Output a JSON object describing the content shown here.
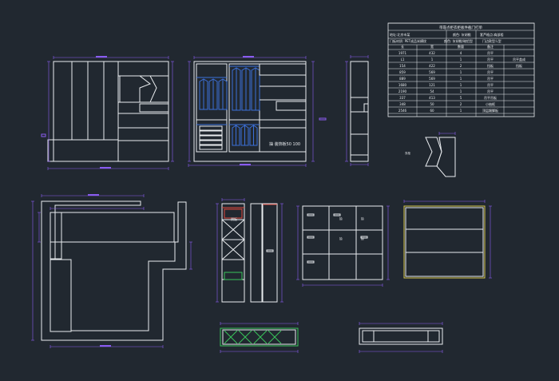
{
  "colors": {
    "background": "#212830",
    "line": "#e9ecef",
    "dimension": "#8a5cf0",
    "hanger": "#3b6fd8",
    "accent_green": "#39c45a",
    "accent_red": "#e0483c",
    "accent_yellow": "#d6c64a"
  },
  "schedule_table": {
    "title": "带靠点柜衣柜板件截门打单",
    "info_left_1": "地址:北京市某",
    "info_left_2": "门板材质: PET成品米横纹",
    "info_mid_1": "颜色: 灰胡桃",
    "info_mid_2": "颜色: 灰胡桃/暗铝型",
    "info_right_1": "套芦格点:肩部相",
    "info_right_2": "门边款型:L型",
    "headers": [
      "长",
      "宽",
      "数量",
      "备注"
    ],
    "rows": [
      [
        "1971",
        "432",
        "4",
        "吊平",
        ""
      ],
      [
        "L1",
        "1",
        "1",
        "吊平",
        "吊平盖成"
      ],
      [
        "154",
        "422",
        "2",
        "挡板",
        "挡板"
      ],
      [
        "859",
        "569",
        "1",
        "吊平",
        ""
      ],
      [
        "889",
        "569",
        "1",
        "吊平",
        ""
      ],
      [
        "1680",
        "121",
        "1",
        "吊平",
        ""
      ],
      [
        "2190",
        "54",
        "1",
        "吊平",
        ""
      ],
      [
        "337",
        "413",
        "5",
        "吊平吊板",
        ""
      ],
      [
        "348",
        "50",
        "2",
        "小抽框",
        ""
      ],
      [
        "2546",
        "60",
        "1",
        "顶层踢脚板",
        ""
      ]
    ]
  },
  "annotations": {
    "drawer_label": "抽 装饰板50 100",
    "small_label_1": "衣柜",
    "small_label_2": "隔板",
    "panel_labels": [
      "抽",
      "抽",
      "抽",
      "抽"
    ]
  }
}
